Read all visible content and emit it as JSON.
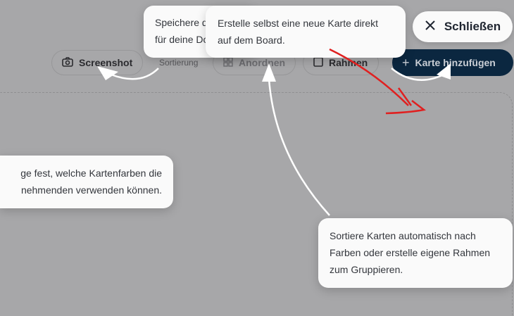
{
  "toolbar": {
    "screenshot_label": "Screenshot",
    "sort_label": "Sortierung",
    "arrange_label": "Anordnen",
    "frame_label": "Rahmen",
    "add_card_label": "Karte hinzufügen"
  },
  "close_label": "Schließen",
  "tooltips": {
    "screenshot": [
      "Speichere da",
      "für deine Do"
    ],
    "add_card": [
      "Erstelle selbst eine neue Karte direkt",
      "auf dem Board."
    ],
    "colors": [
      "ge fest, welche Kartenfarben die",
      "nehmenden verwenden können."
    ],
    "sort": [
      "Sortiere Karten automatisch nach",
      "Farben oder erstelle eigene Rahmen",
      "zum Gruppieren."
    ]
  },
  "colors": {
    "accent": "#0b2740",
    "annotation": "#e02020"
  }
}
